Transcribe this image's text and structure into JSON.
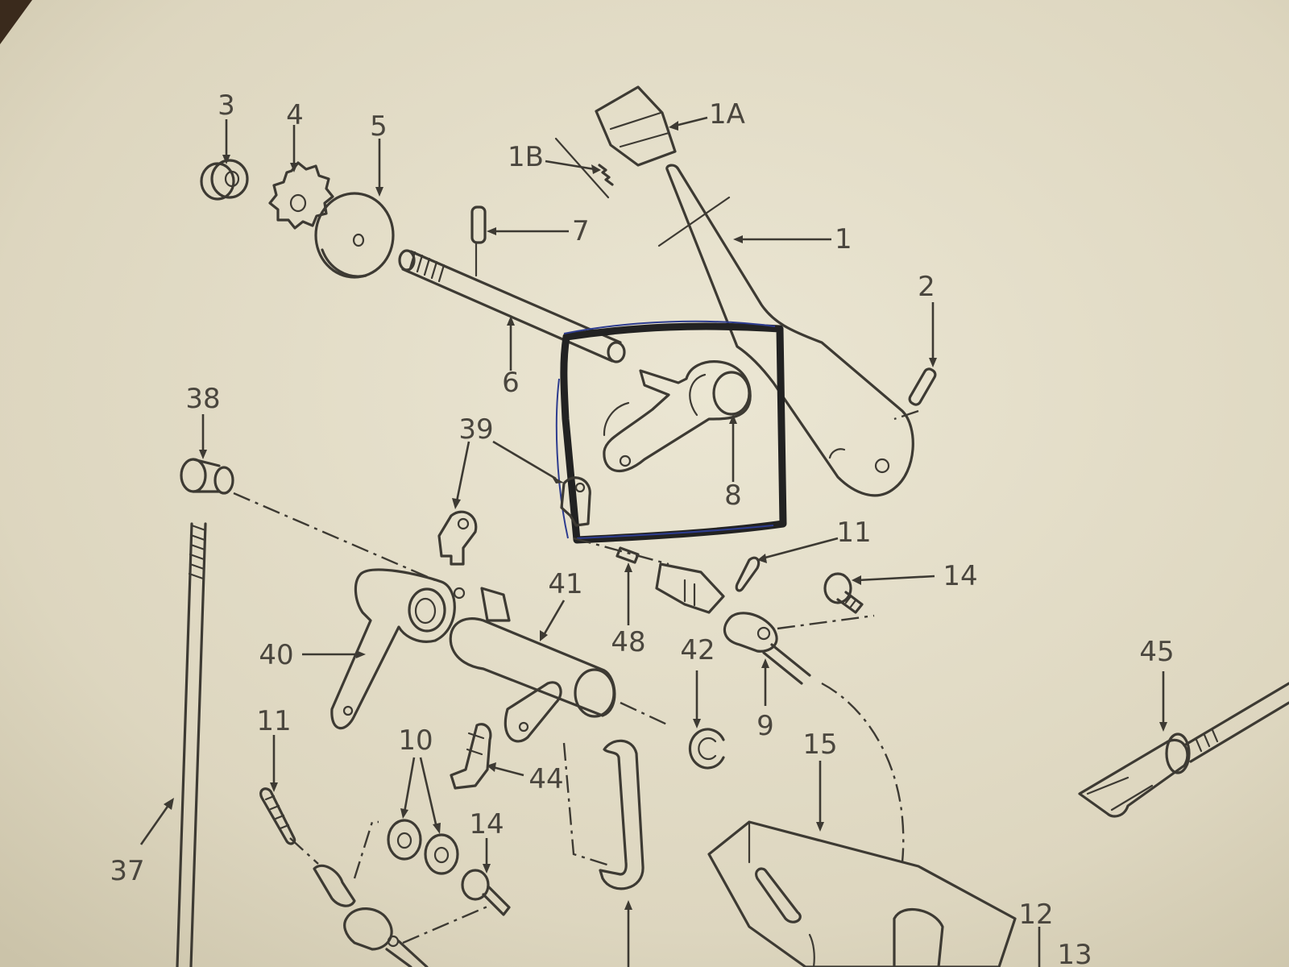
{
  "diagram": {
    "callouts": {
      "c3": "3",
      "c4": "4",
      "c5": "5",
      "c1A": "1A",
      "c1B": "1B",
      "c7": "7",
      "c1": "1",
      "c2": "2",
      "c6": "6",
      "c38": "38",
      "c39": "39",
      "c8": "8",
      "c11a": "11",
      "c14a": "14",
      "c41": "41",
      "c40": "40",
      "c48": "48",
      "c42": "42",
      "c9": "9",
      "c45": "45",
      "c15": "15",
      "c11b": "11",
      "c10": "10",
      "c44": "44",
      "c14b": "14",
      "c37": "37",
      "c12": "12",
      "c13": "13"
    },
    "colors": {
      "paper": "#e6e0cc",
      "ink": "#3d3a33",
      "marker": "#222222",
      "pen": "#2d3c8f",
      "background": "#3a2a1c"
    }
  }
}
